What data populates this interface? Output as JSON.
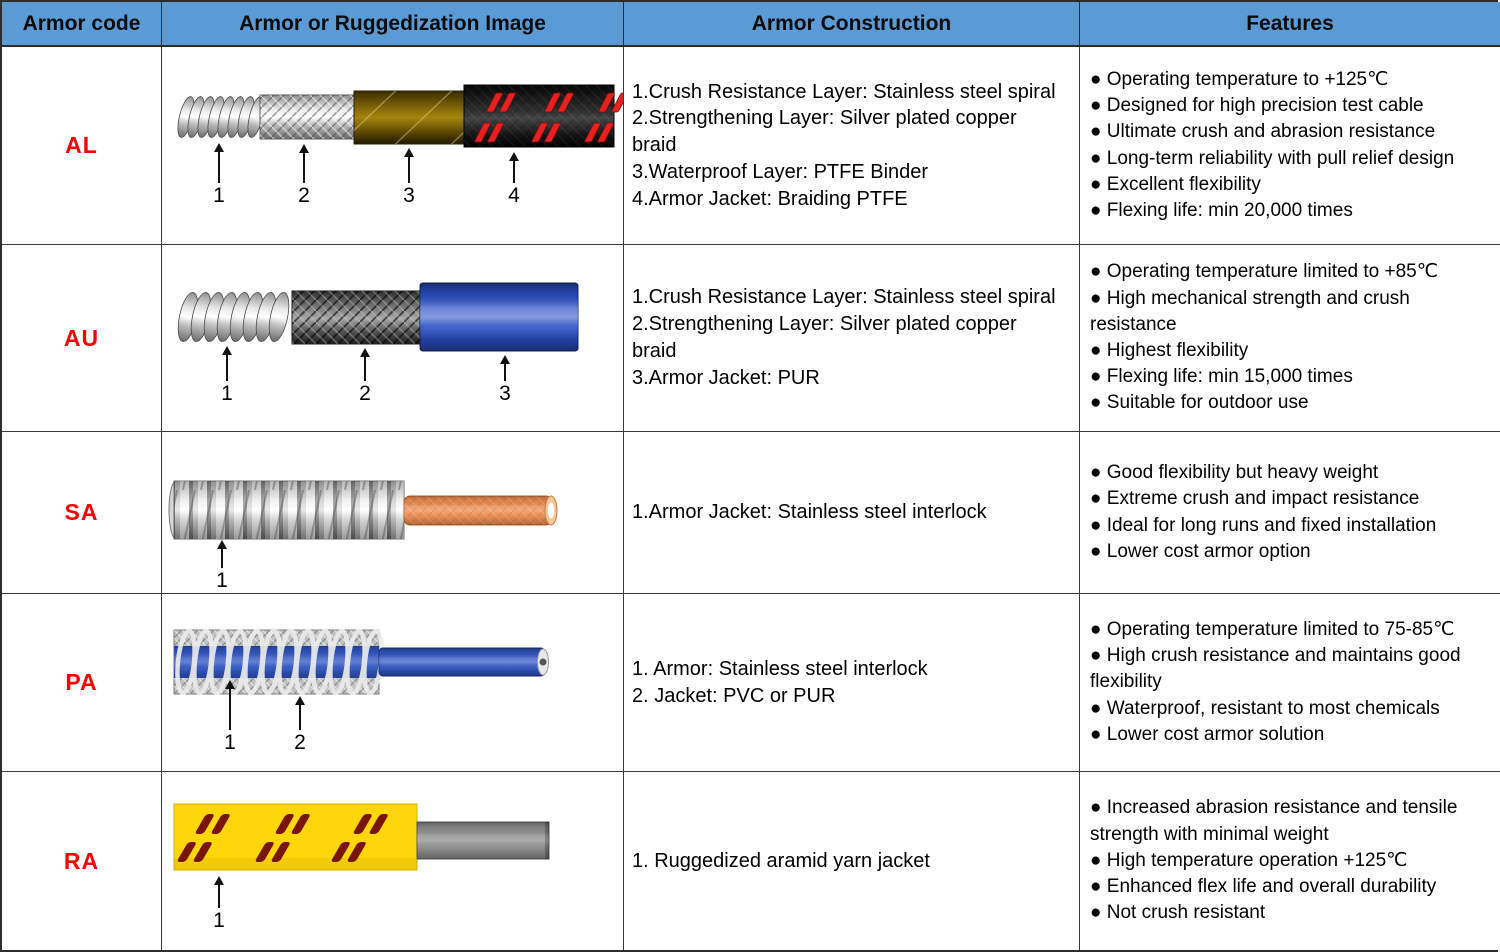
{
  "colors": {
    "header_bg": "#5b9bd5",
    "code_red": "#ff0000",
    "al_mark_red": "#e82020",
    "au_jacket_blue": "#2b50c8",
    "sa_cable_orange": "#ef8a4e",
    "pa_cable_blue": "#2f55c0",
    "ra_jacket_yellow": "#ffd60a",
    "ra_mark_red": "#7a150a",
    "ra_cable_gray": "#8d8d8d"
  },
  "header": {
    "columns": [
      "Armor code",
      "Armor or Ruggedization Image",
      "Armor Construction",
      "Features"
    ]
  },
  "rows": [
    {
      "code": "AL",
      "callouts": [
        "1",
        "2",
        "3",
        "4"
      ],
      "image_layers": [
        "stainless steel spiral",
        "silver plated copper braid",
        "PTFE binder wrap",
        "black braided PTFE jacket with red marks"
      ],
      "construction": [
        "1.Crush Resistance Layer: Stainless steel spiral",
        "2.Strengthening Layer: Silver plated copper braid",
        "3.Waterproof Layer: PTFE Binder",
        "4.Armor Jacket: Braiding PTFE"
      ],
      "features": [
        "Operating temperature to +125℃",
        "Designed for high precision test cable",
        "Ultimate crush and abrasion resistance",
        "Long-term reliability with pull relief design",
        "Excellent flexibility",
        "Flexing life: min 20,000 times"
      ]
    },
    {
      "code": "AU",
      "callouts": [
        "1",
        "2",
        "3"
      ],
      "image_layers": [
        "stainless steel spiral",
        "silver plated copper braid",
        "blue PUR jacket"
      ],
      "construction": [
        "1.Crush Resistance Layer: Stainless steel spiral",
        "2.Strengthening Layer: Silver plated copper braid",
        "3.Armor Jacket: PUR"
      ],
      "features": [
        "Operating temperature limited to +85℃",
        "High mechanical strength and crush resistance",
        "Highest flexibility",
        "Flexing life: min 15,000 times",
        "Suitable for outdoor use"
      ]
    },
    {
      "code": "SA",
      "callouts": [
        "1"
      ],
      "image_layers": [
        "stainless steel interlock armor",
        "orange inner cable"
      ],
      "construction": [
        "1.Armor Jacket: Stainless steel interlock"
      ],
      "features": [
        "Good flexibility but heavy weight",
        "Extreme crush and impact resistance",
        "Ideal for long runs and fixed installation",
        "Lower cost armor option"
      ]
    },
    {
      "code": "PA",
      "callouts": [
        "1",
        "2"
      ],
      "image_layers": [
        "stainless steel interlock armor",
        "blue PVC or PUR jacket cable"
      ],
      "construction": [
        "1. Armor: Stainless steel interlock",
        "2. Jacket: PVC or PUR"
      ],
      "features": [
        "Operating temperature limited to 75-85℃",
        "High crush resistance and maintains good flexibility",
        "Waterproof, resistant to most chemicals",
        "Lower cost armor solution"
      ]
    },
    {
      "code": "RA",
      "callouts": [
        "1"
      ],
      "image_layers": [
        "yellow ruggedized aramid yarn jacket with red marks",
        "gray inner cable"
      ],
      "construction": [
        "1. Ruggedized aramid yarn jacket"
      ],
      "features": [
        "Increased abrasion resistance and tensile strength with minimal weight",
        "High temperature operation +125℃",
        "Enhanced flex life and overall durability",
        "Not crush resistant"
      ]
    }
  ]
}
